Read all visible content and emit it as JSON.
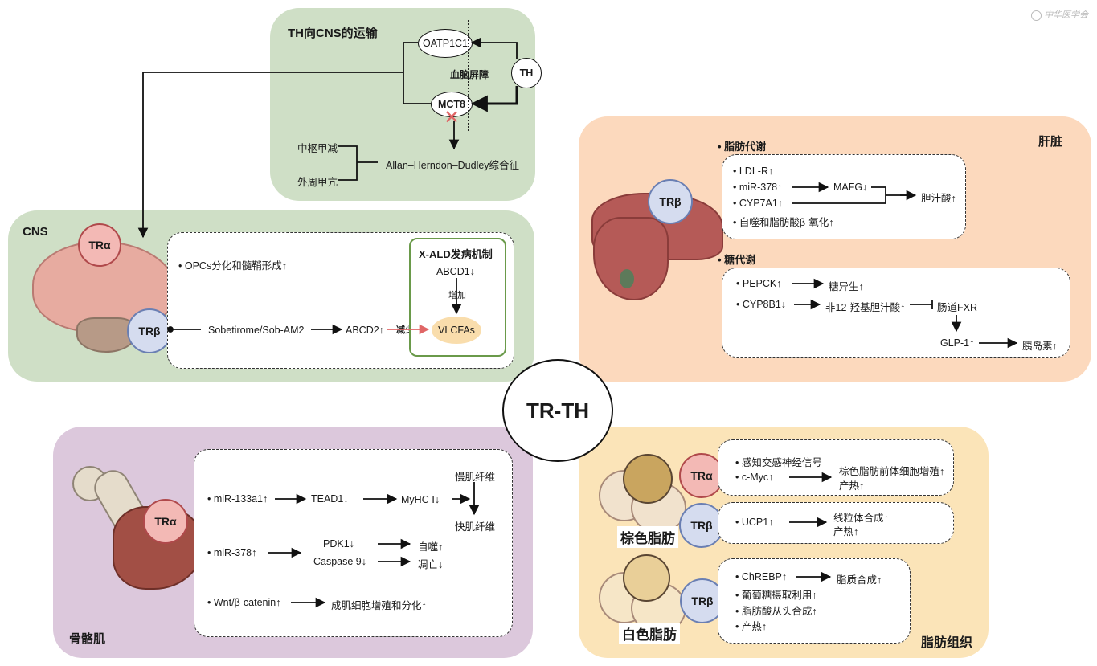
{
  "watermark": {
    "text": "中华医学会"
  },
  "center": {
    "label": "TR-TH"
  },
  "transport": {
    "title": "TH向CNS的运输",
    "oatp": "OATP1C1",
    "mct8": "MCT8",
    "th": "TH",
    "bbb": "血脑屏障",
    "syndrome": "Allan–Herndon–Dudley综合征",
    "central": "中枢甲减",
    "peripheral": "外周甲亢"
  },
  "cns": {
    "title": "CNS",
    "tra": "TRα",
    "trb": "TRβ",
    "opc": "OPCs分化和髓鞘形成↑",
    "sobetirome": "Sobetirome/Sob-AM2",
    "abcd2": "ABCD2↑",
    "decrease": "减少",
    "xald": {
      "title": "X-ALD发病机制",
      "abcd1": "ABCD1↓",
      "increase": "增加",
      "vlcfa": "VLCFAs"
    }
  },
  "liver": {
    "title": "肝脏",
    "trb": "TRβ",
    "lipid": {
      "heading": "脂肪代谢",
      "ldlr": "LDL-R↑",
      "mir378": "miR-378↑",
      "mafg": "MAFG↓",
      "cyp7a1": "CYP7A1↑",
      "bile": "胆汁酸↑",
      "autophagy": "自噬和脂肪酸β-氧化↑"
    },
    "glucose": {
      "heading": "糖代谢",
      "pepck": "PEPCK↑",
      "gluconeo": "糖异生↑",
      "cyp8b1": "CYP8B1↓",
      "non12": "非12-羟基胆汁酸↑",
      "fxr": "肠道FXR",
      "glp1": "GLP-1↑",
      "insulin": "胰岛素↑"
    }
  },
  "muscle": {
    "title": "骨骼肌",
    "tra": "TRα",
    "mir133": "miR-133a1↑",
    "tead1": "TEAD1↓",
    "myhc": "MyHC Ⅰ↓",
    "slow": "慢肌纤维",
    "fast": "快肌纤维",
    "mir378": "miR-378↑",
    "pdk1": "PDK1↓",
    "autophagy": "自噬↑",
    "casp9": "Caspase 9↓",
    "apoptosis": "凋亡↓",
    "wnt": "Wnt/β-catenin↑",
    "myoblast": "成肌细胞增殖和分化↑"
  },
  "adipose": {
    "title": "脂肪组织",
    "brown": {
      "label": "棕色脂肪",
      "tra": "TRα",
      "trb": "TRβ",
      "sympathetic": "感知交感神经信号",
      "cmyc": "c-Myc↑",
      "precursor": "棕色脂肪前体细胞增殖↑",
      "thermo1": "产热↑",
      "ucp1": "UCP1↑",
      "mito": "线粒体合成↑",
      "thermo2": "产热↑"
    },
    "white": {
      "label": "白色脂肪",
      "trb": "TRβ",
      "chrebp": "ChREBP↑",
      "lipogenesis": "脂质合成↑",
      "glucose": "葡萄糖摄取利用↑",
      "denovo": "脂肪酸从头合成↑",
      "thermo": "产热↑"
    }
  },
  "colors": {
    "green_panel": "#cfdfc6",
    "orange_panel": "#fcd9bd",
    "purple_panel": "#dcc8dc",
    "yellow_panel": "#fbe4b8",
    "tra_fill": "#f3b9b5",
    "trb_fill": "#d5dcef",
    "red_x": "#e06666",
    "xald_border": "#6a9a4a",
    "vlcfa_fill": "#f9ddac"
  }
}
